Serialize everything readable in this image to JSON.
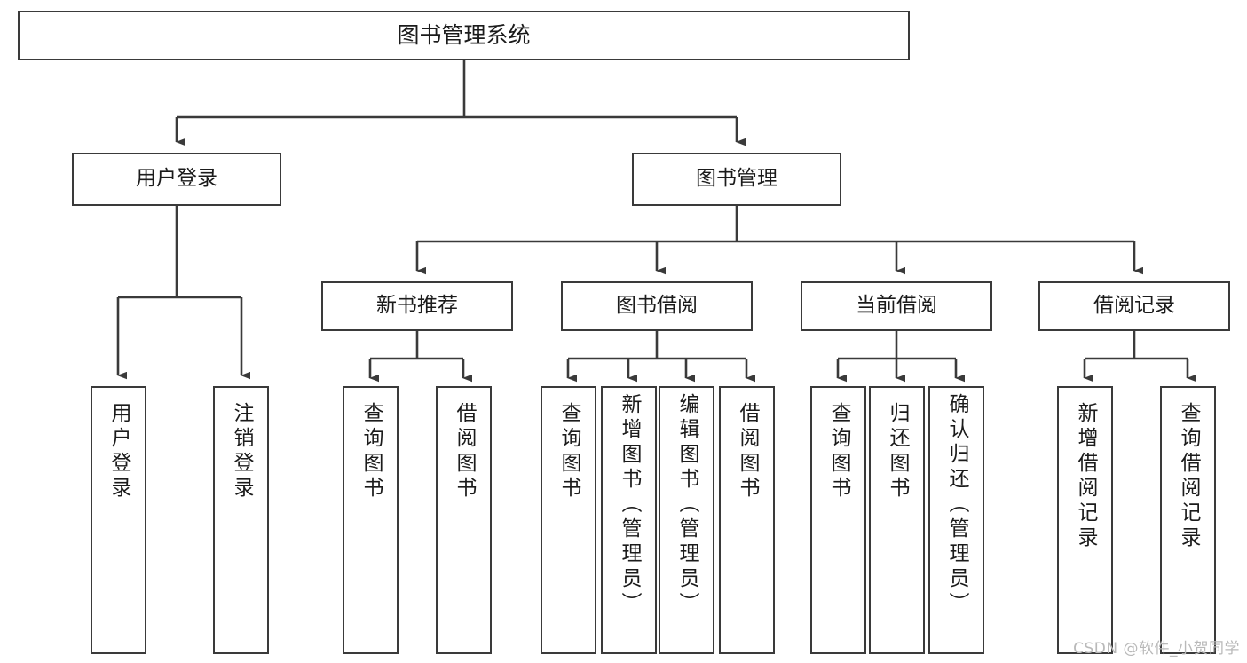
{
  "diagram": {
    "title": "图书管理系统",
    "type": "tree-hierarchy",
    "watermark": "CSDN @软件_小贺同学",
    "root": {
      "id": "root",
      "label": "图书管理系统"
    },
    "level2": [
      {
        "id": "user-login",
        "label": "用户登录"
      },
      {
        "id": "book-manage",
        "label": "图书管理"
      }
    ],
    "level3": [
      {
        "id": "new-book-recommend",
        "label": "新书推荐",
        "parent": "book-manage"
      },
      {
        "id": "book-borrow",
        "label": "图书借阅",
        "parent": "book-manage"
      },
      {
        "id": "current-borrow",
        "label": "当前借阅",
        "parent": "book-manage"
      },
      {
        "id": "borrow-record",
        "label": "借阅记录",
        "parent": "book-manage"
      }
    ],
    "leaves": [
      {
        "id": "leaf-user-login",
        "label": "用户登录",
        "parent": "user-login"
      },
      {
        "id": "leaf-user-logout",
        "label": "注销登录",
        "parent": "user-login"
      },
      {
        "id": "leaf-query-book-1",
        "label": "查询图书",
        "parent": "new-book-recommend"
      },
      {
        "id": "leaf-borrow-book-1",
        "label": "借阅图书",
        "parent": "new-book-recommend"
      },
      {
        "id": "leaf-query-book-2",
        "label": "查询图书",
        "parent": "book-borrow"
      },
      {
        "id": "leaf-add-book",
        "label": "新增图书（管理员）",
        "parent": "book-borrow"
      },
      {
        "id": "leaf-edit-book",
        "label": "编辑图书（管理员）",
        "parent": "book-borrow"
      },
      {
        "id": "leaf-borrow-book-2",
        "label": "借阅图书",
        "parent": "book-borrow"
      },
      {
        "id": "leaf-query-book-3",
        "label": "查询图书",
        "parent": "current-borrow"
      },
      {
        "id": "leaf-return-book",
        "label": "归还图书",
        "parent": "current-borrow"
      },
      {
        "id": "leaf-confirm-return",
        "label": "确认归还（管理员）",
        "parent": "current-borrow"
      },
      {
        "id": "leaf-add-record",
        "label": "新增借阅记录",
        "parent": "borrow-record"
      },
      {
        "id": "leaf-query-record",
        "label": "查询借阅记录",
        "parent": "borrow-record"
      }
    ],
    "colors": {
      "stroke": "#3a3a3a",
      "text": "#1b1b1b",
      "background": "#ffffff",
      "watermark": "#b9b9b9"
    }
  }
}
